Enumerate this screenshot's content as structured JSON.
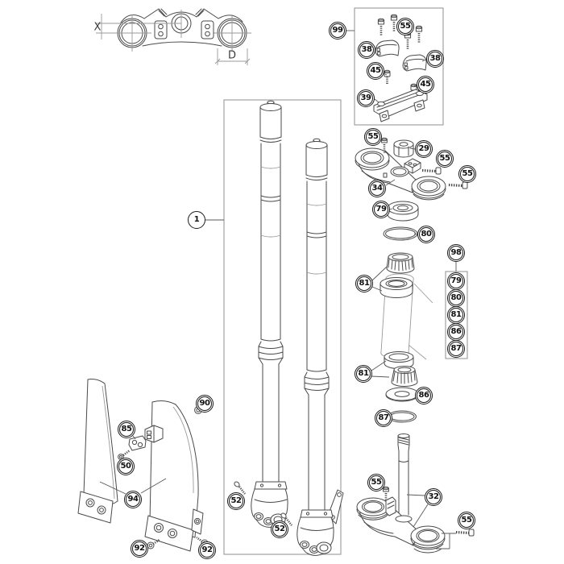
{
  "dimension_labels": {
    "offset": "X",
    "diameter": "D"
  },
  "colors": {
    "line": "#4a4a4a",
    "light_line": "#9a9a9a",
    "callout_ink": "#1a1a1a",
    "background": "#ffffff"
  },
  "callouts": [
    {
      "label": "1"
    },
    {
      "label": "99"
    },
    {
      "label": "55"
    },
    {
      "label": "38"
    },
    {
      "label": "38"
    },
    {
      "label": "45"
    },
    {
      "label": "45"
    },
    {
      "label": "39"
    },
    {
      "label": "55"
    },
    {
      "label": "29"
    },
    {
      "label": "55"
    },
    {
      "label": "55"
    },
    {
      "label": "34"
    },
    {
      "label": "79"
    },
    {
      "label": "80"
    },
    {
      "label": "98"
    },
    {
      "label": "81"
    },
    {
      "label": "79"
    },
    {
      "label": "80"
    },
    {
      "label": "81"
    },
    {
      "label": "86"
    },
    {
      "label": "87"
    },
    {
      "label": "81"
    },
    {
      "label": "86"
    },
    {
      "label": "87"
    },
    {
      "label": "55"
    },
    {
      "label": "32"
    },
    {
      "label": "55"
    },
    {
      "label": "90"
    },
    {
      "label": "85"
    },
    {
      "label": "50"
    },
    {
      "label": "94"
    },
    {
      "label": "92"
    },
    {
      "label": "92"
    },
    {
      "label": "52"
    },
    {
      "label": "52"
    }
  ]
}
